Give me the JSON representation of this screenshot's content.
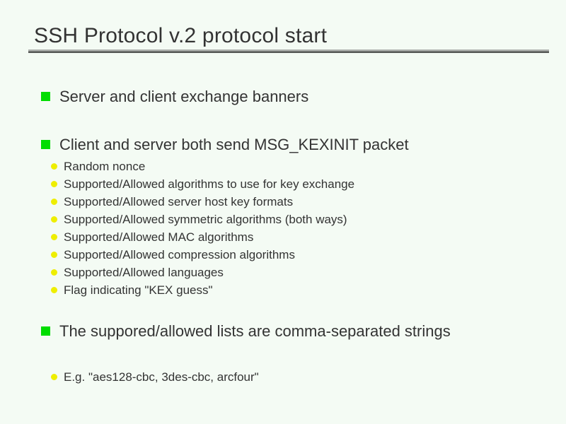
{
  "slide": {
    "title": "SSH Protocol v.2 protocol start",
    "bullets": [
      {
        "text": "Server and client exchange banners",
        "children": []
      },
      {
        "text": "Client and server both send MSG_KEXINIT packet",
        "children": [
          "Random nonce",
          "Supported/Allowed algorithms to use for key exchange",
          "Supported/Allowed server host key formats",
          "Supported/Allowed symmetric algorithms (both ways)",
          "Supported/Allowed MAC algorithms",
          "Supported/Allowed compression algorithms",
          "Supported/Allowed languages",
          "Flag indicating \"KEX guess\""
        ]
      },
      {
        "text": "The suppored/allowed lists are comma-separated strings",
        "children": [
          "E.g. \"aes128-cbc, 3des-cbc, arcfour\""
        ]
      }
    ],
    "colors": {
      "background": "#f4fbf4",
      "text": "#333333",
      "level1_bullet_green": "#00dd00",
      "level2_bullet_yellow": "#eeee00",
      "title_rule_light": "#aeb1ae",
      "title_rule_dark": "#565956"
    }
  }
}
